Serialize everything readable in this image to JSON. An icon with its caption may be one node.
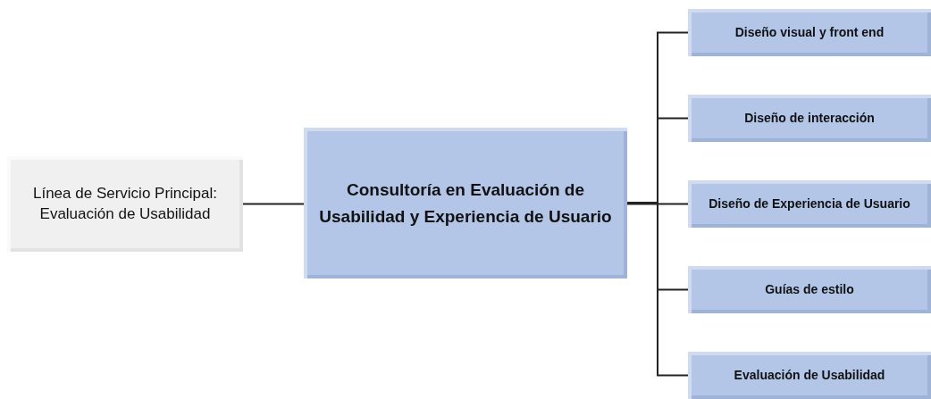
{
  "diagram": {
    "nodes": [
      {
        "text": [
          "Línea de Servicio Principal: Evaluación de Usabilidad"
        ]
      },
      {
        "text": [
          "Consultoría en Evaluación de Usabilidad y Experiencia de Usuario"
        ]
      },
      {
        "text": [
          "Diseño visual y front end"
        ]
      },
      {
        "text": [
          "Diseño de interacción"
        ]
      },
      {
        "text": [
          "Diseño de Experiencia de Usuario"
        ]
      },
      {
        "text": [
          "Guías de estilo"
        ]
      },
      {
        "text": [
          "Evaluación de Usabilidad"
        ]
      }
    ],
    "edges": [
      {
        "from": 0,
        "to": 1,
        "arrow": "none"
      },
      {
        "from": 1,
        "to": 2,
        "arrow": "none"
      },
      {
        "from": 1,
        "to": 3,
        "arrow": "none"
      },
      {
        "from": 1,
        "to": 4,
        "arrow": "none"
      },
      {
        "from": 1,
        "to": 5,
        "arrow": "none"
      },
      {
        "from": 1,
        "to": 6,
        "arrow": "none"
      }
    ]
  }
}
